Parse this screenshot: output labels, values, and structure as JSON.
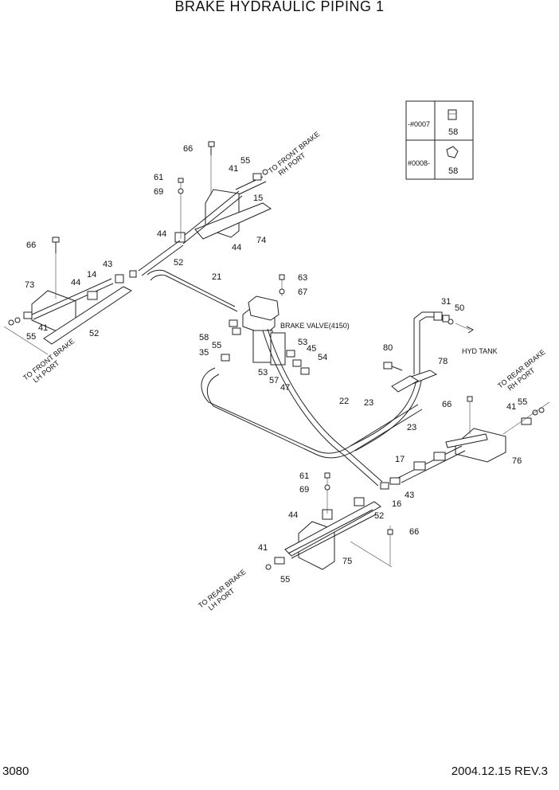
{
  "title": "BRAKE HYDRAULIC PIPING 1",
  "page_number": "3080",
  "footer": "2004.12.15  REV.3",
  "inset_table": {
    "rows": [
      {
        "serial": "-#0007",
        "part": "58"
      },
      {
        "serial": "#0008-",
        "part": "58"
      }
    ]
  },
  "labels": {
    "front_rh": [
      "TO FRONT BRAKE",
      "RH PORT"
    ],
    "front_lh": [
      "TO FRONT BRAKE",
      "LH PORT"
    ],
    "rear_rh": [
      "TO REAR BRAKE",
      "RH PORT"
    ],
    "rear_lh": [
      "TO REAR BRAKE",
      "LH PORT"
    ],
    "brake_valve": "BRAKE VALVE(4150)",
    "hyd_tank": "HYD TANK"
  },
  "callouts": {
    "c66a": "66",
    "c55a": "55",
    "c41a": "41",
    "c61a": "61",
    "c69a": "69",
    "c15": "15",
    "c44a": "44",
    "c74": "74",
    "c44b": "44",
    "c52a": "52",
    "c66b": "66",
    "c43a": "43",
    "c14": "14",
    "c73": "73",
    "c44c": "44",
    "c21": "21",
    "c52b": "52",
    "c41b": "41",
    "c55b": "55",
    "c63": "63",
    "c67": "67",
    "c31": "31",
    "c50": "50",
    "c58": "58",
    "c55c": "55",
    "c53a": "53",
    "c45": "45",
    "c35": "35",
    "c54": "54",
    "c80": "80",
    "c78": "78",
    "c53b": "53",
    "c57": "57",
    "c47": "47",
    "c22": "22",
    "c23a": "23",
    "c23b": "23",
    "c66c": "66",
    "c55d": "55",
    "c41c": "41",
    "c17": "17",
    "c76": "76",
    "c61b": "61",
    "c69b": "69",
    "c16": "16",
    "c43b": "43",
    "c44d": "44",
    "c52c": "52",
    "c66d": "66",
    "c41d": "41",
    "c75": "75",
    "c55e": "55"
  }
}
